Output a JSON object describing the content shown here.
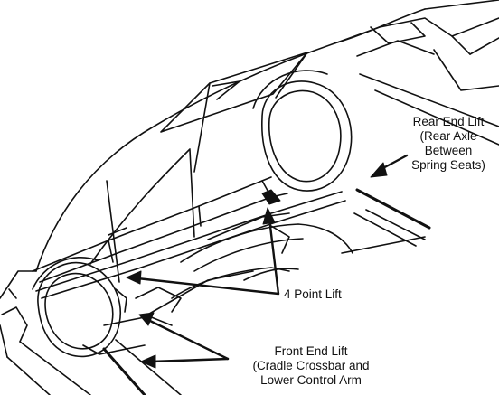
{
  "labels": {
    "rear_end_lift": [
      "Rear End Lift",
      "(Rear Axle",
      "Between",
      "Spring Seats)"
    ],
    "four_point_lift": "4 Point Lift",
    "front_end_lift": [
      "Front End Lift",
      "(Cradle Crossbar and",
      "Lower Control Arm"
    ]
  },
  "colors": {
    "ink": "#111111",
    "background": "#ffffff"
  }
}
